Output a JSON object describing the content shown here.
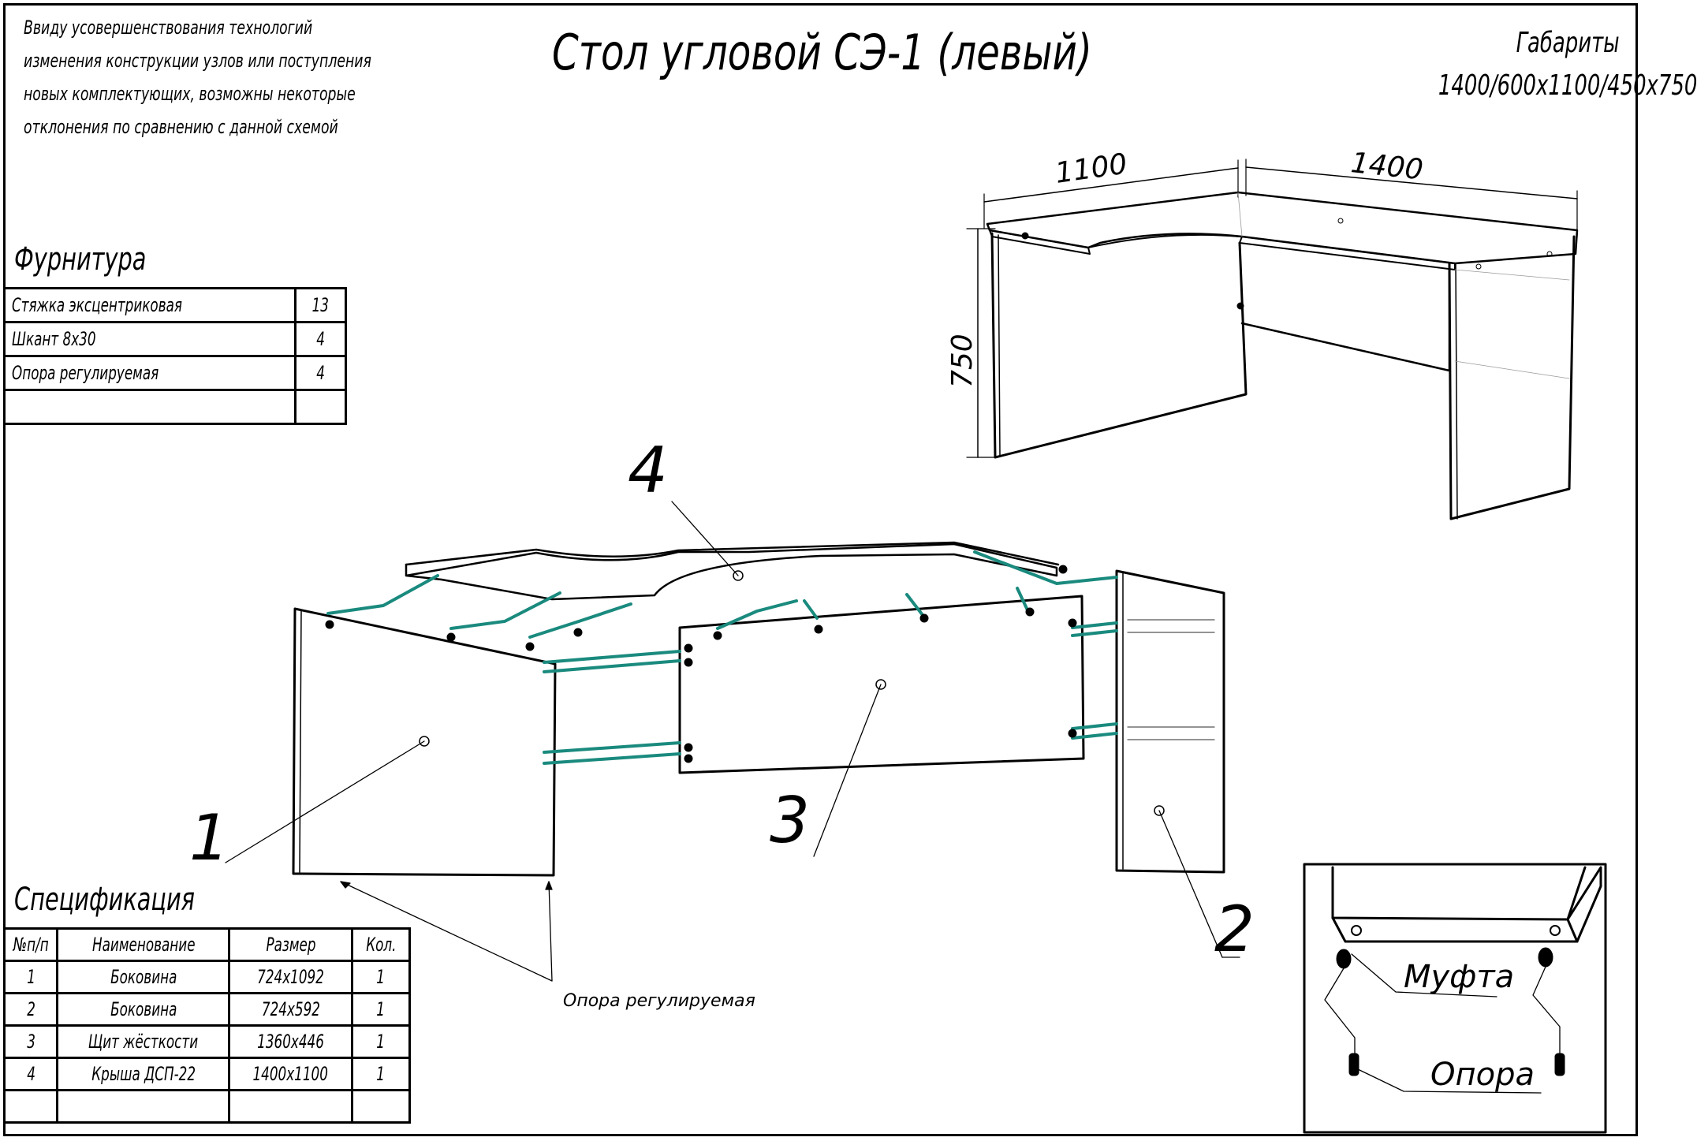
{
  "note_lines": [
    "Ввиду усовершенствования технологий",
    "изменения конструкции узлов или поступления",
    "новых комплектующих, возможны некоторые",
    "отклонения по сравнению с данной схемой"
  ],
  "title": "Стол угловой СЭ-1 (левый)",
  "gabarity": {
    "label": "Габариты",
    "value": "1400/600x1100/450x750"
  },
  "furnitura": {
    "heading": "Фурнитура",
    "rows": [
      {
        "name": "Стяжка эксцентриковая",
        "qty": "13"
      },
      {
        "name": "Шкант 8x30",
        "qty": "4"
      },
      {
        "name": "Опора регулируемая",
        "qty": "4"
      },
      {
        "name": "",
        "qty": ""
      }
    ]
  },
  "specifikacia": {
    "heading": "Спецификация",
    "headers": [
      "№п/п",
      "Наименование",
      "Размер",
      "Кол."
    ],
    "rows": [
      [
        "1",
        "Боковина",
        "724x1092",
        "1"
      ],
      [
        "2",
        "Боковина",
        "724x592",
        "1"
      ],
      [
        "3",
        "Щит жёсткости",
        "1360x446",
        "1"
      ],
      [
        "4",
        "Крыша ДСП-22",
        "1400x1100",
        "1"
      ],
      [
        "",
        "",
        "",
        ""
      ]
    ]
  },
  "dimensions": {
    "d1100": "1100",
    "d1400": "1400",
    "d750": "750"
  },
  "part_numbers": {
    "p1": "1",
    "p2": "2",
    "p3": "3",
    "p4": "4"
  },
  "callout_opora": "Опора регулируемая",
  "detail": {
    "mufta": "Муфта",
    "opora": "Опора"
  },
  "colors": {
    "connector": "#1a8a7e",
    "line": "#000000"
  }
}
